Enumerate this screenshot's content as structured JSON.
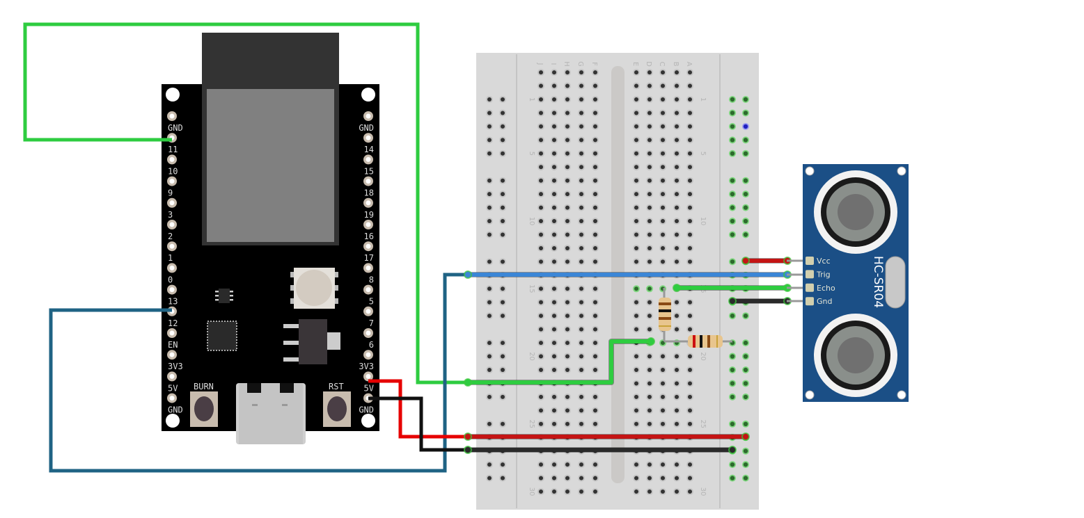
{
  "board": {
    "left_pins": [
      "GND",
      "11",
      "10",
      "9",
      "3",
      "2",
      "1",
      "0",
      "13",
      "12",
      "EN",
      "3V3",
      "5V",
      "GND"
    ],
    "right_pins": [
      "GND",
      "14",
      "15",
      "18",
      "19",
      "16",
      "17",
      "8",
      "5",
      "7",
      "6",
      "3V3",
      "5V",
      "GND"
    ],
    "burn_label": "BURN",
    "rst_label": "RST"
  },
  "breadboard": {
    "columns_left": [
      "J",
      "I",
      "H",
      "G",
      "F"
    ],
    "columns_right": [
      "E",
      "D",
      "C",
      "B",
      "A"
    ],
    "row_labels": [
      "1",
      "5",
      "10",
      "15",
      "20",
      "25",
      "30"
    ]
  },
  "sensor": {
    "name": "HC-SR04",
    "pins": [
      "Vcc",
      "Trig",
      "Echo",
      "Gnd"
    ],
    "color": "#1b4f86"
  },
  "wires": {
    "gpio11_echo": "#2ecc40",
    "gpio12_trig": "#1f6384",
    "trig_on_board": "#3b86d6",
    "power_5v": "#e60000",
    "ground": "#111111"
  }
}
